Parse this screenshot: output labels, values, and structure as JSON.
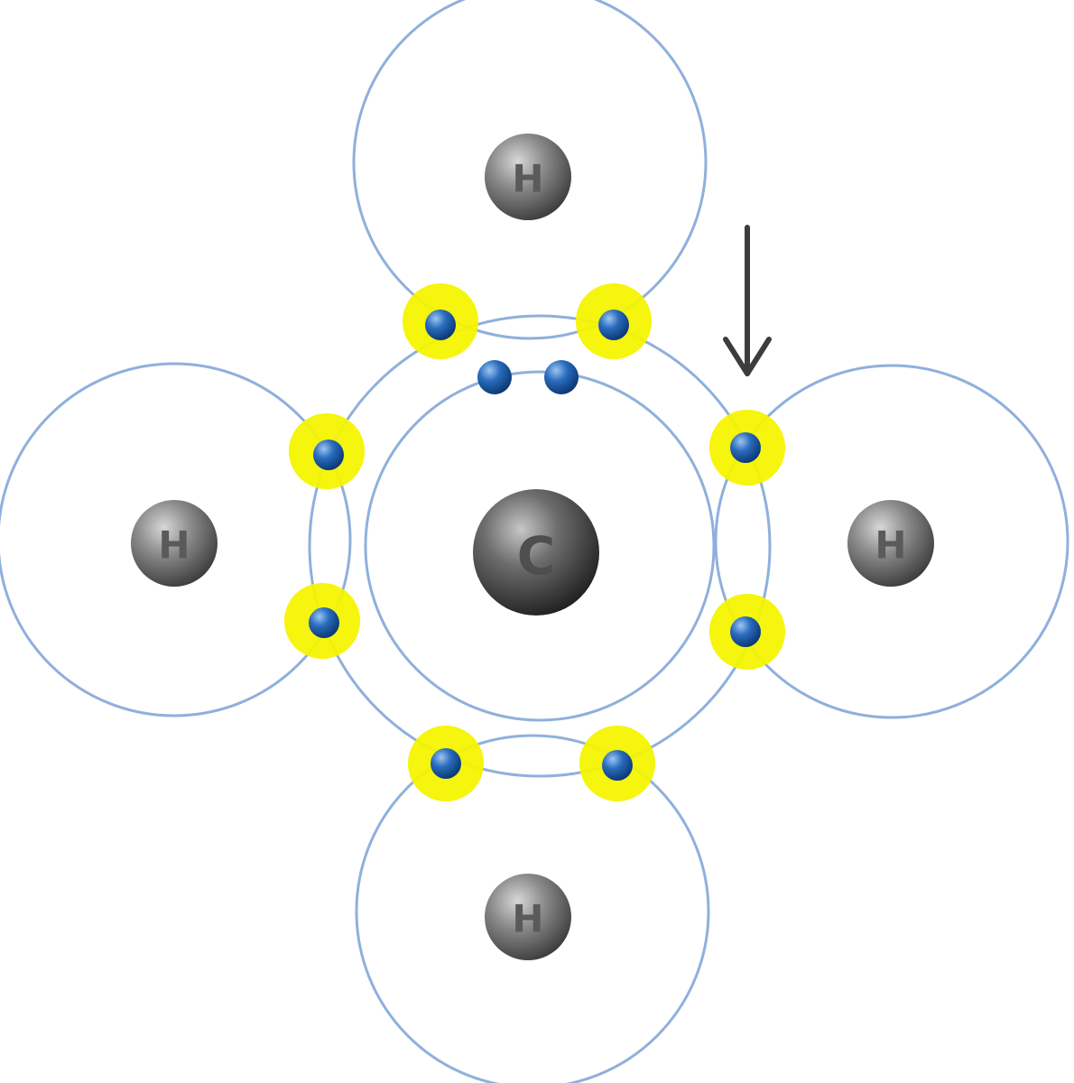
{
  "atoms": {
    "carbon": {
      "label": "C"
    },
    "hydrogen_top": {
      "label": "H"
    },
    "hydrogen_left": {
      "label": "H"
    },
    "hydrogen_right": {
      "label": "H"
    },
    "hydrogen_bottom": {
      "label": "H"
    }
  },
  "counts": {
    "shared_electron_pairs": 4,
    "inner_shell_electrons": 2
  },
  "colors": {
    "shell_stroke": "#8fb0dc",
    "electron": "#1f5da8",
    "shared_pair_glow": "#f4f400",
    "nucleus": "#5c5c5c",
    "arrow": "#3c3c3c",
    "background": "#ffffff"
  },
  "icons": {
    "pointer": "arrow-down-icon"
  }
}
